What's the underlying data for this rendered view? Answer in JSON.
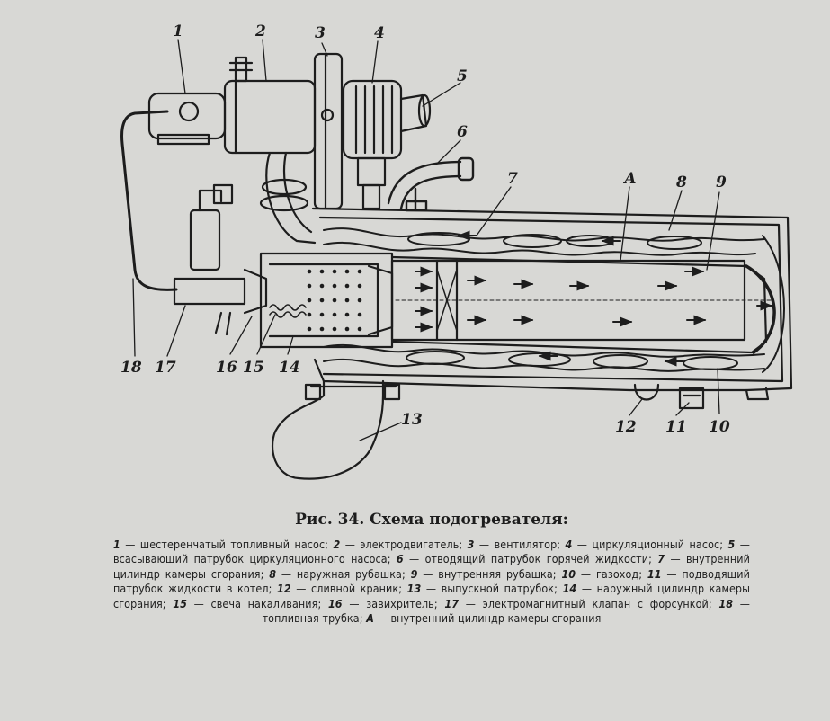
{
  "figure": {
    "label": "Рис. 34.",
    "title": "Схема подогревателя:"
  },
  "callouts": {
    "c1": "1",
    "c2": "2",
    "c3": "3",
    "c4": "4",
    "c5": "5",
    "c6": "6",
    "c7": "7",
    "c8": "8",
    "c9": "9",
    "c10": "10",
    "c11": "11",
    "c12": "12",
    "c13": "13",
    "c14": "14",
    "c15": "15",
    "c16": "16",
    "c17": "17",
    "c18": "18",
    "cA": "А"
  },
  "legend": [
    {
      "num": "1",
      "text": "шестеренчатый топливный насос;"
    },
    {
      "num": "2",
      "text": "электродвигатель;"
    },
    {
      "num": "3",
      "text": "вентилятор;"
    },
    {
      "num": "4",
      "text": "циркуляционный насос;"
    },
    {
      "num": "5",
      "text": "всасывающий патрубок циркуляционного насоса;"
    },
    {
      "num": "6",
      "text": "отводящий патрубок горячей жидкости;"
    },
    {
      "num": "7",
      "text": "внутренний цилиндр камеры сгорания;"
    },
    {
      "num": "8",
      "text": "наружная рубашка;"
    },
    {
      "num": "9",
      "text": "внутренняя рубашка;"
    },
    {
      "num": "10",
      "text": "газоход;"
    },
    {
      "num": "11",
      "text": "подводящий патрубок жидкости в котел;"
    },
    {
      "num": "12",
      "text": "сливной краник;"
    },
    {
      "num": "13",
      "text": "выпускной патрубок;"
    },
    {
      "num": "14",
      "text": "наружный цилиндр камеры сгорания;"
    },
    {
      "num": "15",
      "text": "свеча накаливания;"
    },
    {
      "num": "16",
      "text": "завихритель;"
    },
    {
      "num": "17",
      "text": "электромагнитный клапан с форсункой;"
    },
    {
      "num": "18",
      "text": "топливная трубка;"
    },
    {
      "num": "А",
      "text": "внутренний цилиндр камеры сгорания"
    }
  ],
  "colors": {
    "ink": "#1d1d1d",
    "paper": "#d8d8d5"
  }
}
